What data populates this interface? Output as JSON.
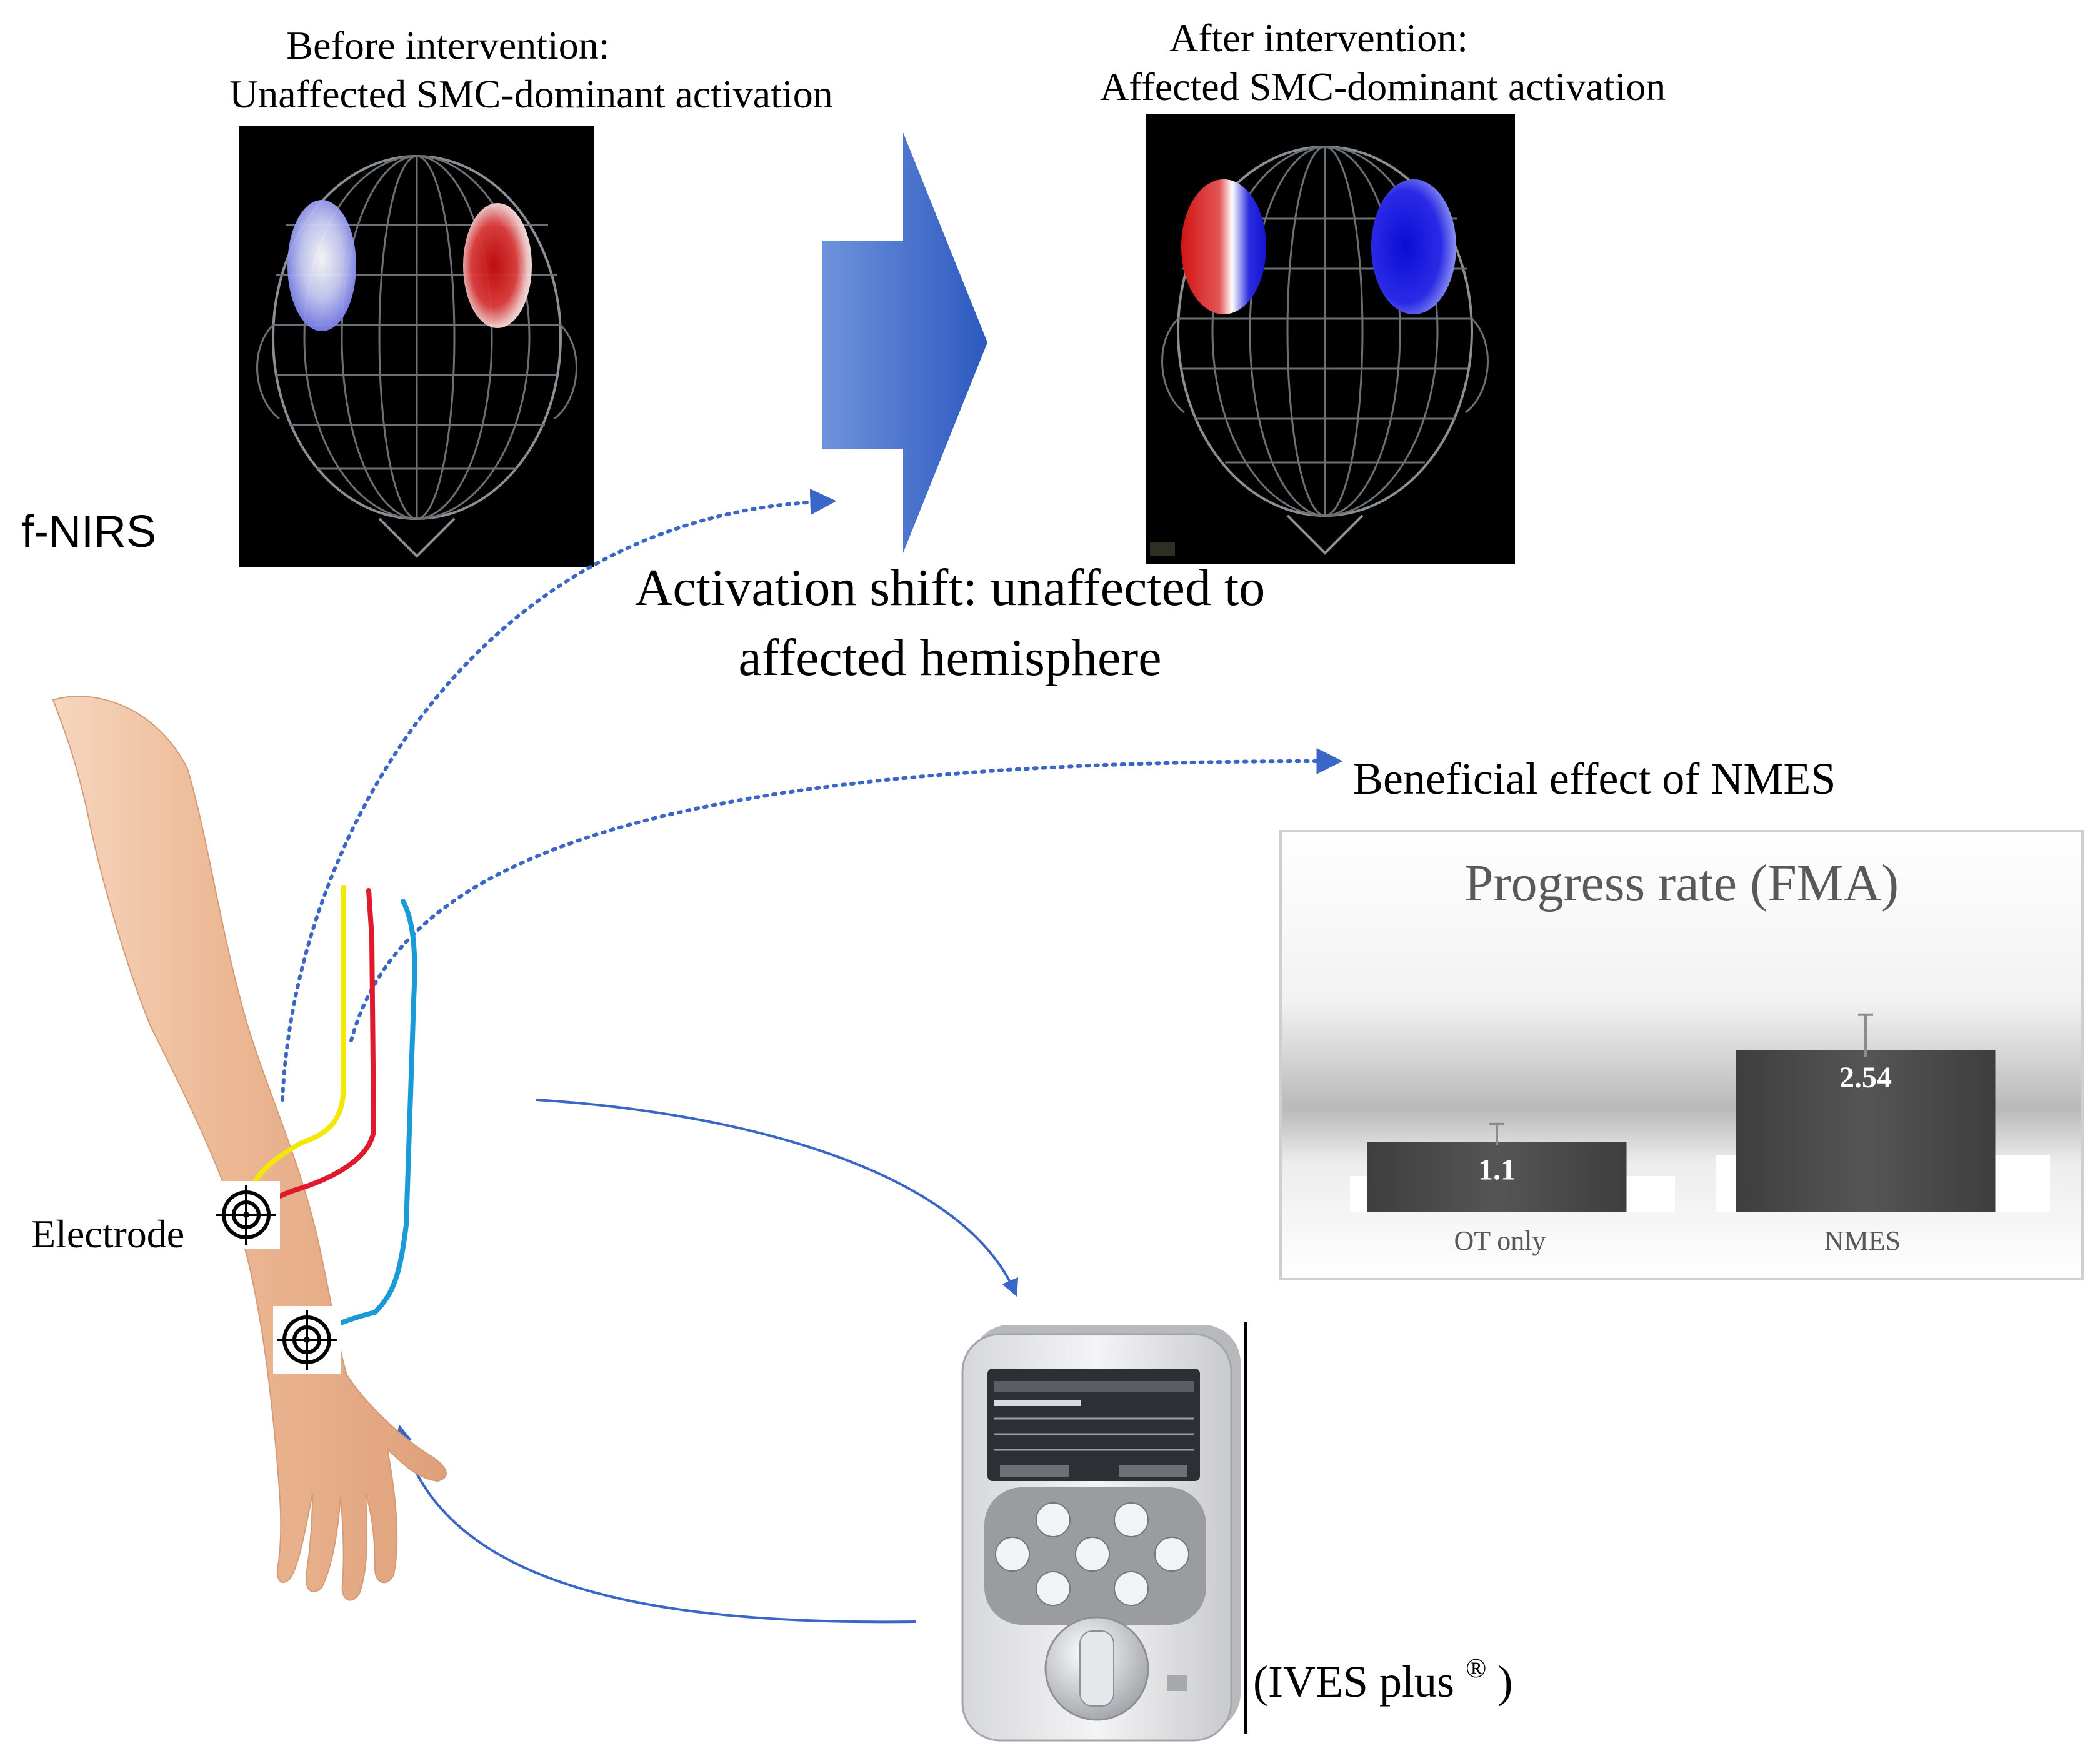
{
  "before": {
    "line1": "Before intervention:",
    "line2": "Unaffected SMC-dominant activation"
  },
  "after": {
    "line1": "After intervention:",
    "line2": "Affected SMC-dominant activation"
  },
  "fnirs_label": "f-NIRS",
  "shift_label": {
    "line1": "Activation shift: unaffected to",
    "line2": "affected hemisphere"
  },
  "benefit_label": "Beneficial effect of NMES",
  "electrode_label": "Electrode",
  "device_label": "(IVES plus",
  "device_mark": "®",
  "device_close": ")",
  "colors": {
    "arrow_blue": "#3a66c8",
    "wire_yellow": "#f5e800",
    "wire_red": "#e0192c",
    "wire_cyan": "#1a9ad6",
    "skin": "#eab892",
    "bar_dark": "#4a4a4a"
  },
  "chart_data": {
    "type": "bar",
    "title": "Progress rate (FMA)",
    "categories": [
      "OT only",
      "NMES"
    ],
    "values": [
      1.1,
      2.54
    ],
    "data_labels": [
      "1.1",
      "2.54"
    ],
    "error_bars": true,
    "ylim": [
      0,
      3.2
    ],
    "grid": false,
    "legend": "none"
  }
}
